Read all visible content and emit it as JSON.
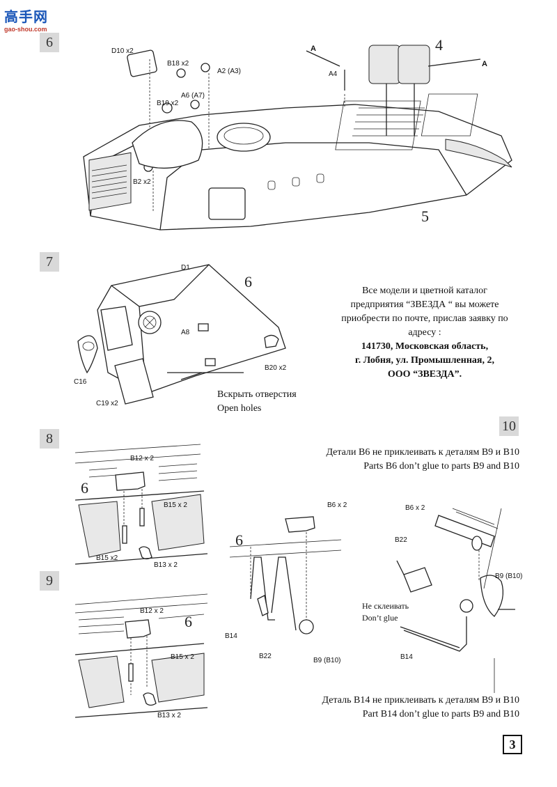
{
  "watermark": {
    "chinese": "高手网",
    "domain": "gao-shou.com"
  },
  "steps": {
    "s6": "6",
    "s7": "7",
    "s8": "8",
    "s9": "9",
    "s10": "10"
  },
  "step6_labels": {
    "d10": "D10 x2",
    "b18": "B18 x2",
    "a2": "A2 (A3)",
    "b19": "B19 x2",
    "a6": "A6 (A7)",
    "b2": "B2 x2",
    "a4": "A4",
    "num4": "4",
    "num5": "5",
    "markerA1": "A",
    "markerA2": "A"
  },
  "step7_labels": {
    "d1": "D1",
    "num6": "6",
    "a8": "A8",
    "b20": "B20 x2",
    "c16": "C16",
    "c19": "C19 x2",
    "open_ru": "Вскрыть отверстия",
    "open_en": "Open holes"
  },
  "catalog_note": {
    "line1": "Все модели и цветной каталог",
    "line2": "предприятия “ЗВЕЗДА “ вы можете",
    "line3": "приобрести по почте, прислав заявку по",
    "line4": "адресу :",
    "line5": "141730, Московская область,",
    "line6": "г. Лобня, ул. Промышленная, 2,",
    "line7": "ООО “ЗВЕЗДА”."
  },
  "step8_labels": {
    "num6": "6",
    "b12": "B12 x 2",
    "b15a": "B15 x 2",
    "b15b": "B15 x2",
    "b13": "B13 x 2"
  },
  "step9_labels": {
    "num6": "6",
    "b12": "B12 x 2",
    "b15": "B15 x 2",
    "b13": "B13 x 2"
  },
  "step10": {
    "note_top_ru": "Детали В6 не приклеивать к деталям В9 и В10",
    "note_top_en": "Parts B6 don’t glue to parts B9 and B10",
    "mid_num6": "6",
    "mid_b6": "B6 x 2",
    "mid_b14": "B14",
    "mid_b22": "B22",
    "mid_b9": "B9 (B10)",
    "r_b6": "B6 x 2",
    "r_b22": "B22",
    "r_b9": "B9 (B10)",
    "r_b14": "B14",
    "noglue_ru": "Не склеивать",
    "noglue_en": "Don’t glue",
    "note_bot_ru": "Деталь В14 не приклеивать к деталям В9 и В10",
    "note_bot_en": "Part B14 don’t glue to parts B9 and B10"
  },
  "page_number": "3"
}
